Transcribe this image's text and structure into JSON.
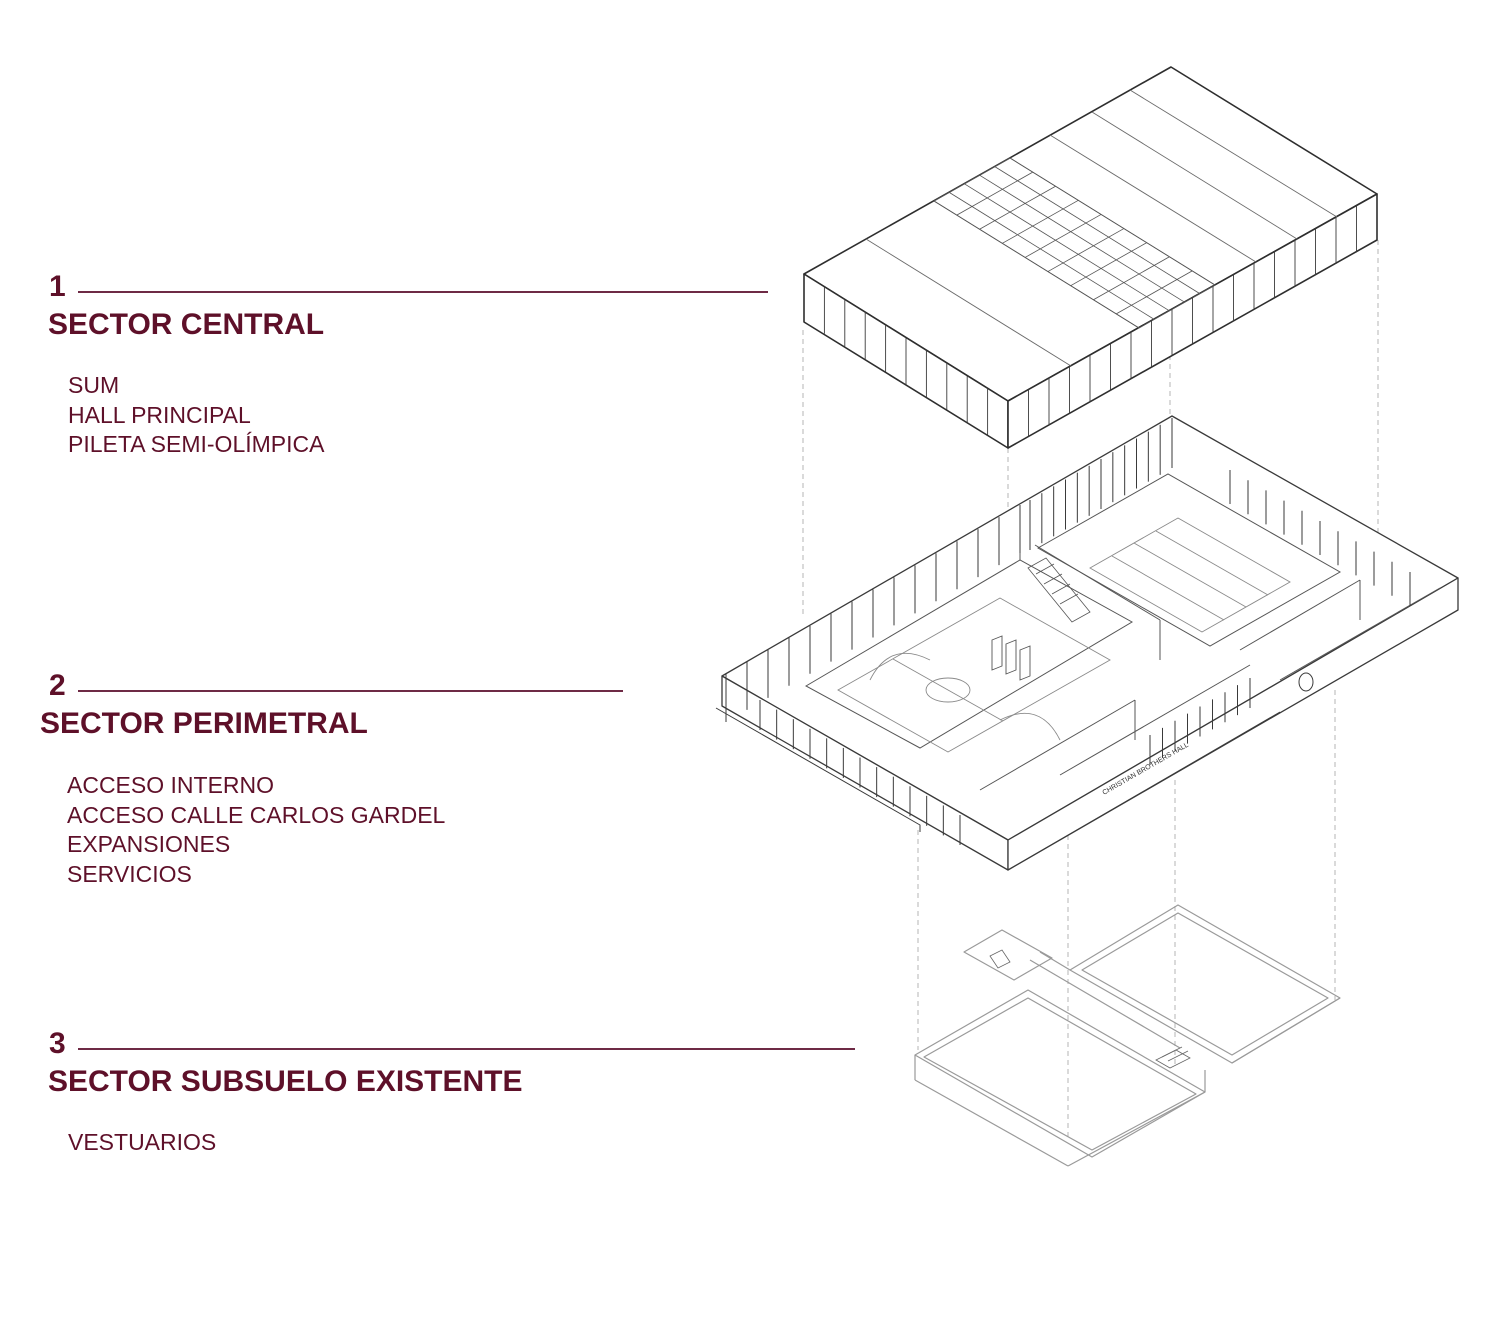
{
  "colors": {
    "accent": "#5e1029",
    "leader": "#6e2a45",
    "linework": "#3a3a3a",
    "light_linework": "#9a9a9a"
  },
  "sectors": [
    {
      "number": "1",
      "title": "SECTOR CENTRAL",
      "items": [
        "SUM",
        "HALL PRINCIPAL",
        "PILETA SEMI-OLÍMPICA"
      ]
    },
    {
      "number": "2",
      "title": "SECTOR PERIMETRAL",
      "items": [
        "ACCESO INTERNO",
        "ACCESO CALLE CARLOS GARDEL",
        "EXPANSIONES",
        "SERVICIOS"
      ]
    },
    {
      "number": "3",
      "title": "SECTOR SUBSUELO EXISTENTE",
      "items": [
        "VESTUARIOS"
      ]
    }
  ],
  "drawing": {
    "sign_text": "CHRISTIAN BROTHERS HALL"
  }
}
